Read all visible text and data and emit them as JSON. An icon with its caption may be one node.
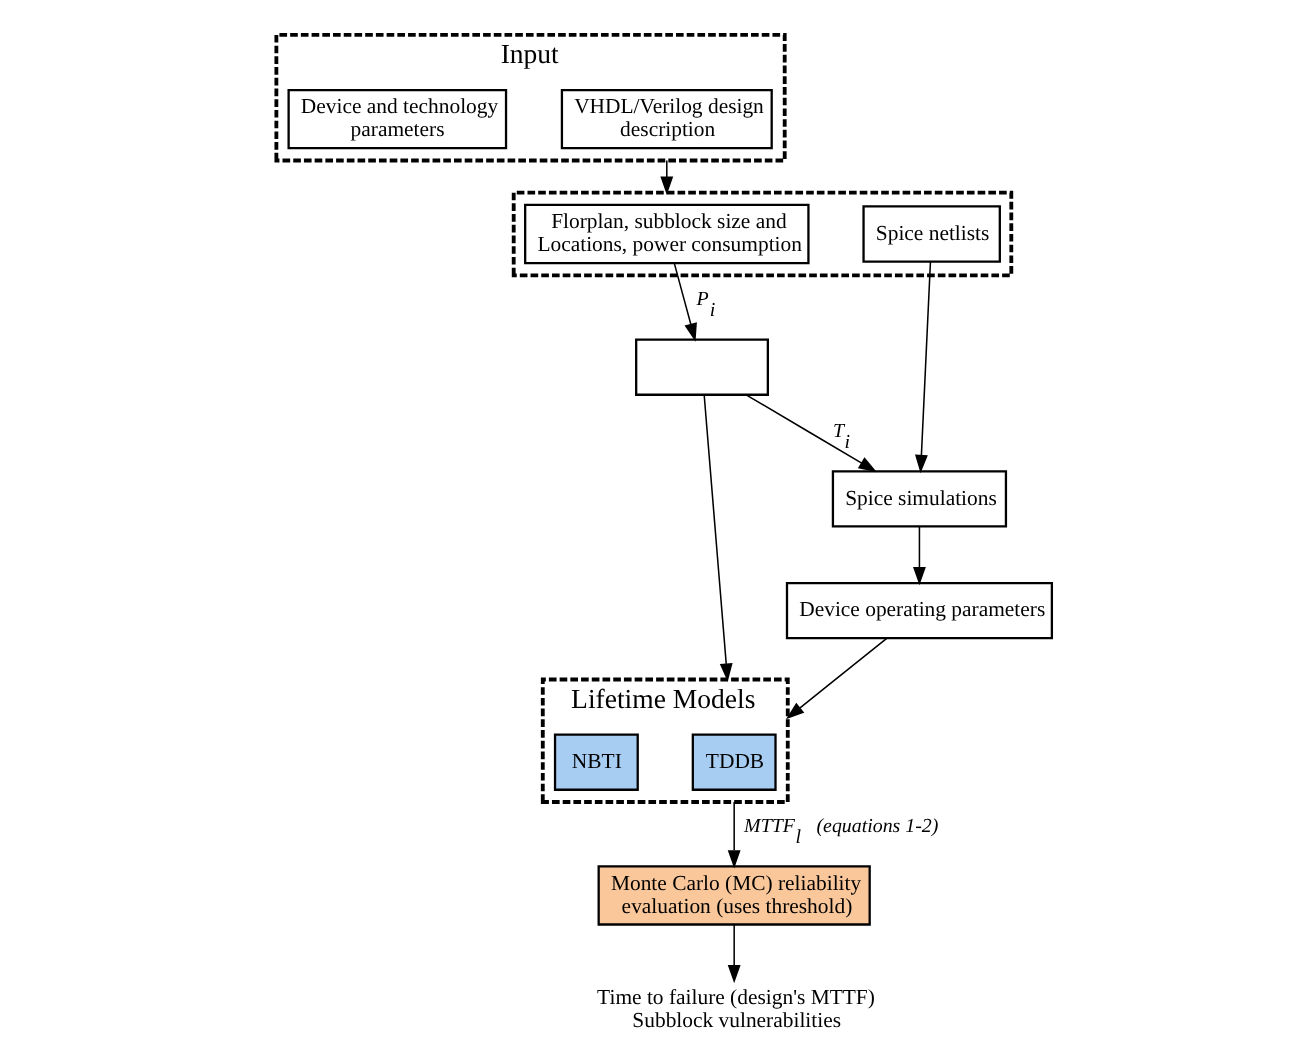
{
  "diagram": {
    "nodes": [
      {
        "text": [
          "Input"
        ]
      },
      {
        "text": [
          "VHDL/Verilog design description"
        ],
        "in": 0
      },
      {
        "text": [
          "Device and technology parameters"
        ],
        "in": 0
      },
      {
        "text": [],
        "shape": "box"
      },
      {
        "text": [
          "Florplan, subblock size and Locations, power consumption"
        ],
        "in": 3
      },
      {
        "text": [
          "Spice netlists"
        ],
        "in": 3
      },
      {
        "text": [],
        "shape": "box"
      },
      {
        "text": [
          "Spice simulations"
        ]
      },
      {
        "text": [
          "Lifetime Models"
        ]
      },
      {
        "text": [
          "TDDB"
        ],
        "in": 8
      },
      {
        "text": [
          "NBTI"
        ],
        "in": 8
      },
      {
        "text": [
          "Device operating parameters"
        ]
      },
      {
        "text": [
          "Monte Carlo (MC) reliability evaluation (uses threshold)"
        ]
      },
      {
        "text": [
          "Time to failure (design's MTTF)",
          "Subblock vulnerabilities"
        ]
      }
    ],
    "edges": [
      {
        "from": 0,
        "to": 3,
        "arrow": "to"
      },
      {
        "from": 4,
        "to": 6,
        "arrow": "to",
        "label": "P$_{i}$"
      },
      {
        "from": 6,
        "to": 7,
        "arrow": "to",
        "label": "T$_{i}$"
      },
      {
        "from": 6,
        "to": 8,
        "arrow": "to"
      },
      {
        "from": 5,
        "to": 7,
        "arrow": "to"
      },
      {
        "from": 7,
        "to": 11,
        "arrow": "to"
      },
      {
        "from": 11,
        "to": 8,
        "arrow": "to"
      },
      {
        "from": 8,
        "to": 12,
        "arrow": "to",
        "label": "MTTF$_{l}$ (equations 1-2)"
      },
      {
        "from": 12,
        "to": 13,
        "arrow": "to"
      }
    ]
  }
}
